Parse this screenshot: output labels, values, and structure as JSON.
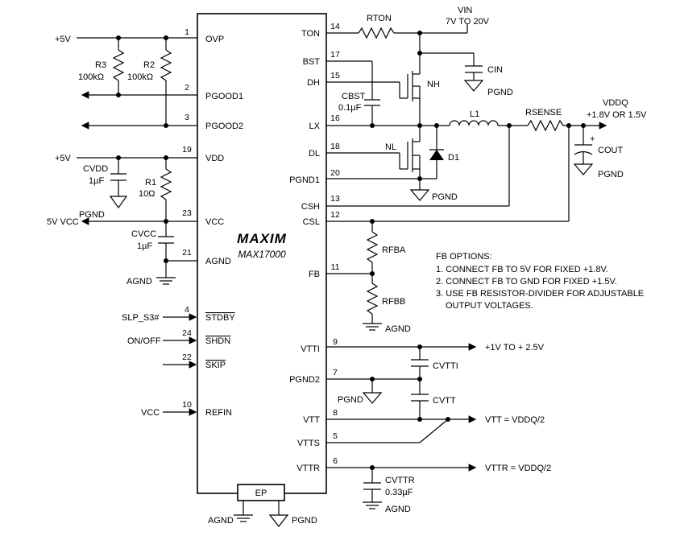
{
  "chip": {
    "logo": "MAXIM",
    "part": "MAX17000",
    "ep": "EP",
    "left_pins": [
      {
        "num": "1",
        "name": "OVP"
      },
      {
        "num": "2",
        "name": "PGOOD1"
      },
      {
        "num": "3",
        "name": "PGOOD2"
      },
      {
        "num": "19",
        "name": "VDD"
      },
      {
        "num": "23",
        "name": "VCC"
      },
      {
        "num": "21",
        "name": "AGND"
      },
      {
        "num": "4",
        "name": "STDBY"
      },
      {
        "num": "24",
        "name": "SHDN"
      },
      {
        "num": "22",
        "name": "SKIP"
      },
      {
        "num": "10",
        "name": "REFIN"
      }
    ],
    "right_pins": [
      {
        "num": "14",
        "name": "TON"
      },
      {
        "num": "17",
        "name": "BST"
      },
      {
        "num": "15",
        "name": "DH"
      },
      {
        "num": "16",
        "name": "LX"
      },
      {
        "num": "18",
        "name": "DL"
      },
      {
        "num": "20",
        "name": "PGND1"
      },
      {
        "num": "13",
        "name": "CSH"
      },
      {
        "num": "12",
        "name": "CSL"
      },
      {
        "num": "11",
        "name": "FB"
      },
      {
        "num": "9",
        "name": "VTTI"
      },
      {
        "num": "7",
        "name": "PGND2"
      },
      {
        "num": "8",
        "name": "VTT"
      },
      {
        "num": "5",
        "name": "VTTS"
      },
      {
        "num": "6",
        "name": "VTTR"
      }
    ]
  },
  "nets": {
    "plus5v_a": "+5V",
    "plus5v_b": "+5V",
    "vcc_out": "5V VCC",
    "agnd": "AGND",
    "slp": "SLP_S3#",
    "onoff": "ON/OFF",
    "vcc_in": "VCC",
    "vin": "VIN",
    "vin_range": "7V TO 20V",
    "vddq": "VDDQ",
    "vddq_range": "+1.8V OR 1.5V",
    "vtti_range": "+1V TO + 2.5V",
    "vtt_out": "VTT = VDDQ/2",
    "vttr_out": "VTTR = VDDQ/2",
    "pgnd": "PGND"
  },
  "components": {
    "r3": {
      "ref": "R3",
      "value": "100kΩ"
    },
    "r2": {
      "ref": "R2",
      "value": "100kΩ"
    },
    "r1": {
      "ref": "R1",
      "value": "10Ω"
    },
    "cvdd": {
      "ref": "CVDD",
      "value": "1µF"
    },
    "cvcc": {
      "ref": "CVCC",
      "value": "1µF"
    },
    "rton": {
      "ref": "RTON"
    },
    "cbst": {
      "ref": "CBST",
      "value": "0.1µF"
    },
    "cin": {
      "ref": "CIN"
    },
    "nh": {
      "ref": "NH"
    },
    "nl": {
      "ref": "NL"
    },
    "d1": {
      "ref": "D1"
    },
    "l1": {
      "ref": "L1"
    },
    "rsense": {
      "ref": "RSENSE"
    },
    "cout": {
      "ref": "COUT",
      "polarity": "+"
    },
    "rfba": {
      "ref": "RFBA"
    },
    "rfbb": {
      "ref": "RFBB"
    },
    "cvtti": {
      "ref": "CVTTI"
    },
    "cvtt": {
      "ref": "CVTT"
    },
    "cvttr": {
      "ref": "CVTTR",
      "value": "0.33µF"
    }
  },
  "fb_options": {
    "title": "FB OPTIONS:",
    "items": [
      "1. CONNECT FB TO 5V FOR FIXED +1.8V.",
      "2. CONNECT FB TO GND FOR FIXED +1.5V.",
      "3. USE FB RESISTOR-DIVIDER FOR ADJUSTABLE",
      "OUTPUT VOLTAGES."
    ]
  }
}
